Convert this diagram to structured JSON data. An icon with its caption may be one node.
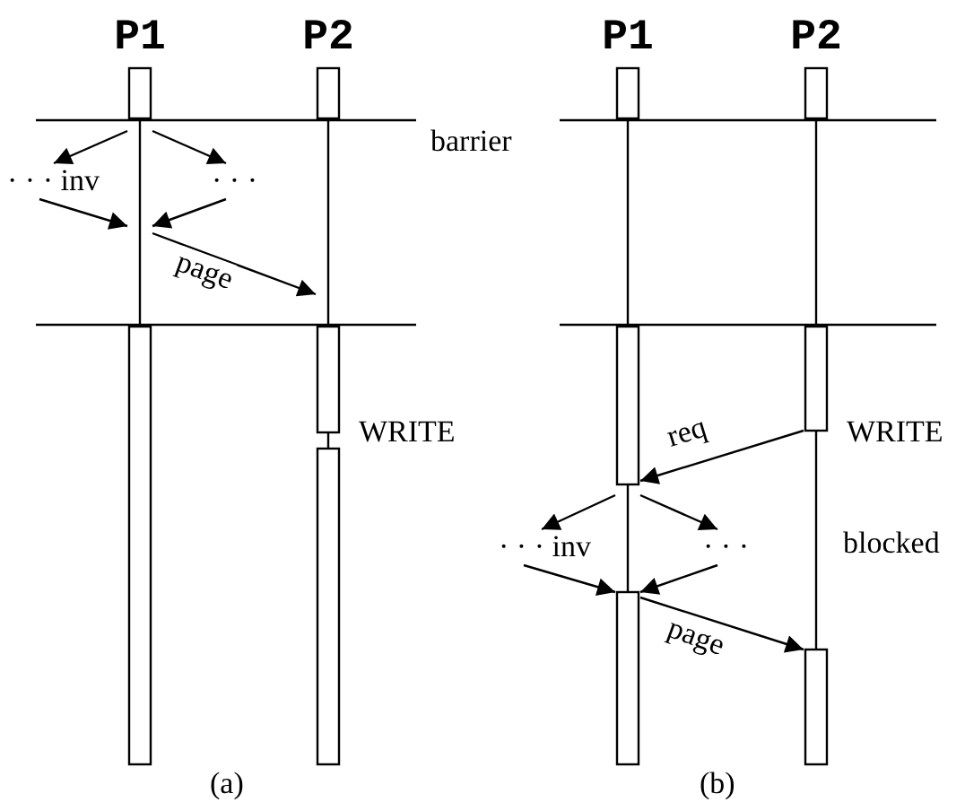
{
  "diagram": {
    "nodes": [
      {
        "text": [
          "P1"
        ]
      },
      {
        "text": [
          "P2"
        ]
      },
      {
        "text": [
          "· · · inv"
        ]
      },
      {
        "text": [
          "· · ·"
        ]
      },
      {
        "text": [
          "P1"
        ]
      },
      {
        "text": [
          "P2"
        ]
      },
      {
        "text": [
          "· · · inv"
        ]
      },
      {
        "text": [
          "· · ·"
        ]
      }
    ],
    "edges": [
      {
        "from": 0,
        "to": 2,
        "arrow": "to"
      },
      {
        "from": 0,
        "to": 3,
        "arrow": "to"
      },
      {
        "from": 2,
        "to": 0,
        "arrow": "to"
      },
      {
        "from": 3,
        "to": 0,
        "arrow": "to"
      },
      {
        "from": 0,
        "to": 1,
        "arrow": "to",
        "label": "page"
      },
      {
        "from": 5,
        "to": 4,
        "arrow": "to",
        "label": "req"
      },
      {
        "from": 4,
        "to": 6,
        "arrow": "to"
      },
      {
        "from": 4,
        "to": 7,
        "arrow": "to"
      },
      {
        "from": 6,
        "to": 4,
        "arrow": "to"
      },
      {
        "from": 7,
        "to": 4,
        "arrow": "to"
      },
      {
        "from": 4,
        "to": 5,
        "arrow": "to",
        "label": "page"
      }
    ],
    "labels": [
      "barrier",
      "WRITE",
      "WRITE",
      "blocked",
      "(a)",
      "(b)"
    ]
  }
}
